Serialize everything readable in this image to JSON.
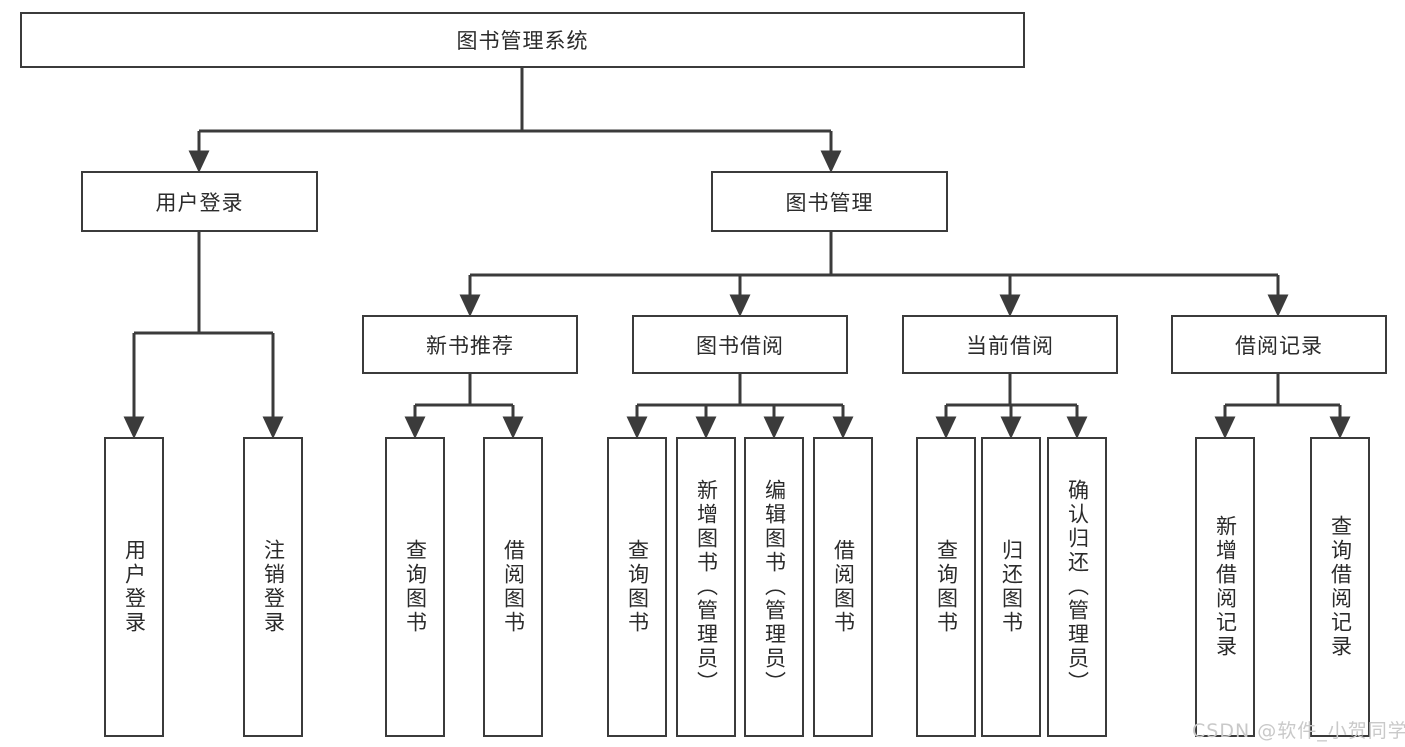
{
  "diagram": {
    "title": "图书管理系统",
    "type": "tree-hierarchy-diagram",
    "root": {
      "label": "图书管理系统"
    },
    "level1": [
      {
        "label": "用户登录"
      },
      {
        "label": "图书管理"
      }
    ],
    "level2": [
      {
        "label": "新书推荐"
      },
      {
        "label": "图书借阅"
      },
      {
        "label": "当前借阅"
      },
      {
        "label": "借阅记录"
      }
    ],
    "leaves": [
      {
        "label": "用户登录",
        "parent": "用户登录"
      },
      {
        "label": "注销登录",
        "parent": "用户登录"
      },
      {
        "label": "查询图书",
        "parent": "新书推荐"
      },
      {
        "label": "借阅图书",
        "parent": "新书推荐"
      },
      {
        "label": "查询图书",
        "parent": "图书借阅"
      },
      {
        "label": "新增图书（管理员）",
        "parent": "图书借阅"
      },
      {
        "label": "编辑图书（管理员）",
        "parent": "图书借阅"
      },
      {
        "label": "借阅图书",
        "parent": "图书借阅"
      },
      {
        "label": "查询图书",
        "parent": "当前借阅"
      },
      {
        "label": "归还图书",
        "parent": "当前借阅"
      },
      {
        "label": "确认归还（管理员）",
        "parent": "当前借阅"
      },
      {
        "label": "新增借阅记录",
        "parent": "借阅记录"
      },
      {
        "label": "查询借阅记录",
        "parent": "借阅记录"
      }
    ],
    "colors": {
      "stroke": "#3b3b3b",
      "background": "#ffffff",
      "text": "#2b2b2b",
      "watermark": "#c9c9c9"
    }
  },
  "watermark": {
    "text": "CSDN @软件_小贺同学"
  }
}
